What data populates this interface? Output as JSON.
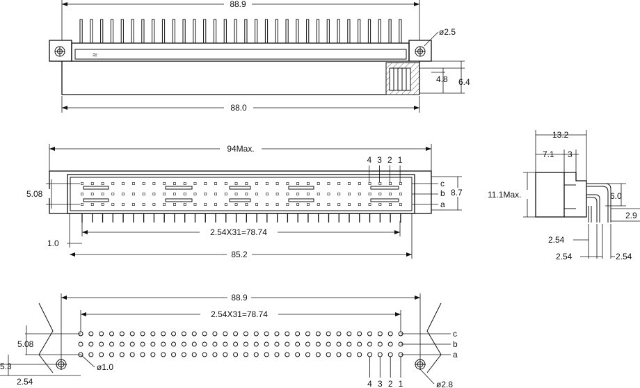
{
  "top_view": {
    "dim_overall": "88.9",
    "dim_mount": "88.0",
    "dim_hole": "ø2.5",
    "dim_4_8": "4.8",
    "dim_6_4": "6.4"
  },
  "front_view": {
    "dim_max": "94Max.",
    "dim_pitch": "2.54X31=78.74",
    "dim_body": "85.2",
    "dim_1_0": "1.0",
    "dim_5_08": "5.08",
    "dim_8_7": "8.7",
    "pin_numbers": [
      "4",
      "3",
      "2",
      "1"
    ],
    "row_labels": [
      "c",
      "b",
      "a"
    ]
  },
  "side_view": {
    "dim_13_2": "13.2",
    "dim_7_1": "7.1",
    "dim_3": "3",
    "dim_11_1": "11.1Max.",
    "dim_6_0": "6.0",
    "dim_2_9": "2.9",
    "dim_2_54_a": "2.54",
    "dim_2_54_b": "2.54",
    "dim_2_54_c": "2.54"
  },
  "footprint": {
    "dim_overall": "88.9",
    "dim_pitch": "2.54X31=78.74",
    "dim_5_08": "5.08",
    "dim_5_3": "5.3",
    "dim_2_54": "2.54",
    "dim_hole_small": "ø1.0",
    "dim_hole_large": "ø2.8",
    "pin_numbers": [
      "4",
      "3",
      "2",
      "1"
    ],
    "row_labels": [
      "c",
      "b",
      "a"
    ]
  }
}
